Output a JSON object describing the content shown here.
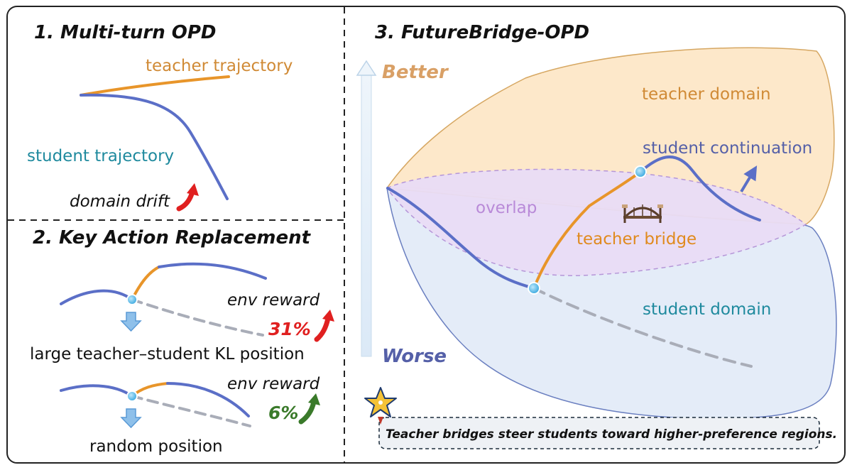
{
  "panel1": {
    "title": "1. Multi-turn OPD",
    "teacher_label": "teacher trajectory",
    "student_label": "student trajectory",
    "drift_label": "domain drift"
  },
  "panel2": {
    "title": "2. Key Action Replacement",
    "case1": {
      "reward_label": "env reward",
      "reward_value": "31%",
      "position_label": "large teacher–student KL position"
    },
    "case2": {
      "reward_label": "env reward",
      "reward_value": "6%",
      "position_label": "random position"
    }
  },
  "panel3": {
    "title": "3. FutureBridge-OPD",
    "axis_top": "Better",
    "axis_bottom": "Worse",
    "teacher_domain": "teacher domain",
    "student_domain": "student domain",
    "overlap": "overlap",
    "student_continuation": "student continuation",
    "teacher_bridge": "teacher bridge",
    "callout": "Teacher bridges steer students toward higher-preference regions.",
    "bridge_icon": "bridge-icon",
    "star_icon": "star-icon"
  },
  "colors": {
    "student": "#5b6fc7",
    "teacher": "#e8952a",
    "teacher_text": "#d08a35",
    "student_text": "#1f8a9e",
    "red": "#e02020",
    "green": "#3a7a2a",
    "overlap_text": "#b98ad8",
    "dashed_gray": "#a9adb8"
  }
}
